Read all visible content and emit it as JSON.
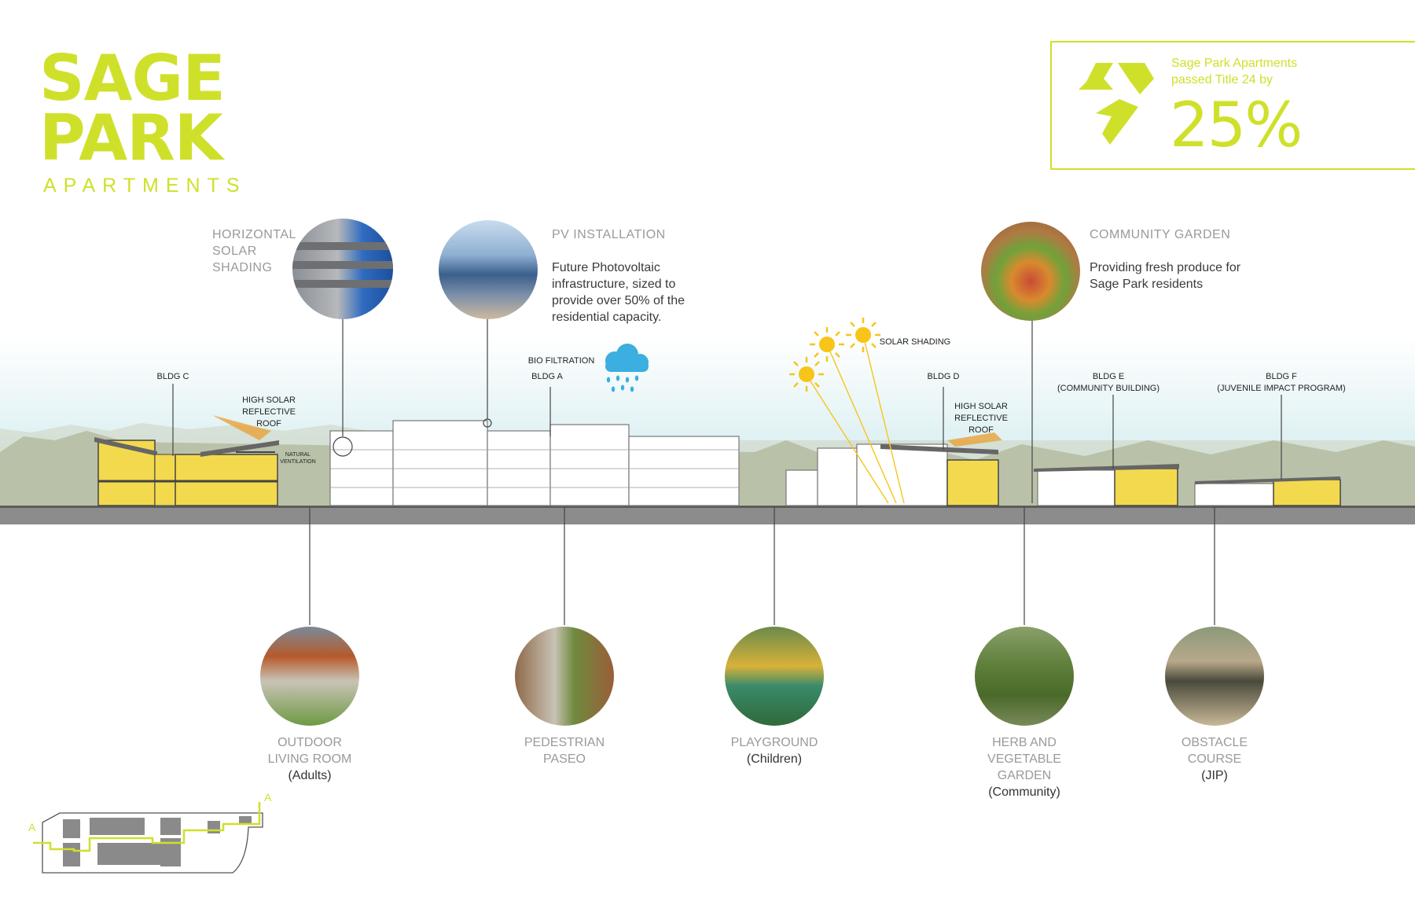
{
  "title": {
    "line1": "SAGE",
    "line2": "PARK",
    "line3": "APARTMENTS"
  },
  "stat": {
    "text": "Sage Park Apartments passed Title 24 by",
    "value": "25%"
  },
  "callouts": {
    "solar_shading_head": "HORIZONTAL SOLAR SHADING",
    "pv_head": "PV INSTALLATION",
    "pv_body": "Future Photovoltaic infrastructure, sized to provide over 50% of the residential capacity.",
    "garden_head": "COMMUNITY GARDEN",
    "garden_body": "Providing fresh produce for Sage Park residents"
  },
  "tags": {
    "bldg_c": "BLDG C",
    "high_solar_1": "HIGH SOLAR\nREFLECTIVE ROOF",
    "natural_vent": "NATURAL\nVENTILATION",
    "bio_filtration": "BIO FILTRATION",
    "bldg_a": "BLDG A",
    "solar_shading": "SOLAR SHADING",
    "bldg_d": "BLDG D",
    "high_solar_2": "HIGH SOLAR\nREFLECTIVE ROOF",
    "bldg_e": "BLDG E\n(COMMUNITY BUILDING)",
    "bldg_f": "BLDG F\n(JUVENILE IMPACT PROGRAM)"
  },
  "bottom": [
    {
      "label": "OUTDOOR\nLIVING ROOM",
      "sub": "(Adults)"
    },
    {
      "label": "PEDESTRIAN\nPASEO",
      "sub": ""
    },
    {
      "label": "PLAYGROUND",
      "sub": "(Children)"
    },
    {
      "label": "HERB AND\nVEGETABLE\nGARDEN",
      "sub": "(Community)"
    },
    {
      "label": "OBSTACLE\nCOURSE",
      "sub": "(JIP)"
    }
  ],
  "keyplan": {
    "marker_left": "A",
    "marker_right": "A"
  },
  "colors": {
    "accent": "#cfe02a",
    "building_yellow": "#f3d94e",
    "ground": "#8c8c8c",
    "sun": "#f7c51a",
    "rain": "#3aafe0"
  }
}
